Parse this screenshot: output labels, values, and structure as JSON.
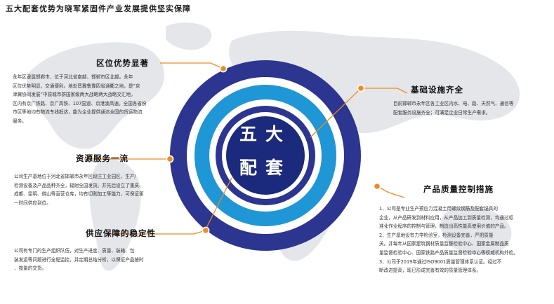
{
  "title": "五大配套优势为晓军紧固件产业发展提供坚实保障",
  "center": {
    "line1": "五大",
    "line2": "配套"
  },
  "colors": {
    "ring_outer": "#2c3590",
    "ring_mid": "#1f96d6",
    "ring_inner": "#1b2a7d",
    "accent": "#f08a24"
  },
  "sections": [
    {
      "heading": "区位优势显著",
      "lines": [
        "永年区隶属邯郸市，位于河北省南部、邯郸市区北部。永年",
        "区位优势明显，交通便利。地处晋冀鲁豫四省通衢之地，是“京",
        "津冀协同发展”中原城市群国家级两大战略两大战略交汇地，",
        "区内有京广铁路、京广高铁、107国道、京港澳高速。全国各省份",
        "市区等地均有物流专线抵达，能为企业提供通达全国的货运物流",
        "服务。"
      ]
    },
    {
      "heading": "基础设施齐全",
      "lines": [
        "目前邯郸市永年区各工业区内水、电、路、天然气、通信等",
        "配套服务设施齐全；可满足企业日常生产需求。"
      ]
    },
    {
      "heading": "资源服务一流",
      "lines": [
        "公司生产基地位于河北省邯郸市永年区段庄工业园区，生产/",
        "检测设备及产品品种齐全，辐射全国发货。并先后设立了重庆、",
        "成都、昆明、佛山等直营仓库，均有切割加工等能力，可保证第",
        "一时间供应到位。"
      ]
    },
    {
      "heading": "产品质量控制措施",
      "lines": [
        "1、公司是专业生产预应力混凝土用螺纹钢筋及配套锚具的",
        "企业，从产品研发到材料应用，从产品加工到质量检测，均通过标",
        "准化作业程序的控制与管理，制造出高性能高使用价值的产品。",
        "2、生产基地设有力学检验室，检测设备完善，严把质量",
        "关。并每年从国家建筑钢材质量监督检验中心、国家金属制品质",
        "量监督检验中心、国家铁路产品质量监督检验中心等权威机构外检。",
        "3、公司于2019年通过ISO9001质量管理体系认证。经过不",
        "断改进提高，现已形成完善有效的质量管理体系。"
      ]
    },
    {
      "heading": "供应保障的稳定性",
      "lines": [
        "公司有专门的生产组织队伍，对生产进度、质量、装箱、包",
        "装发运等问题进行全程监控，并定期总结分析，以保证产品按时",
        "、按量的交货。"
      ]
    }
  ]
}
